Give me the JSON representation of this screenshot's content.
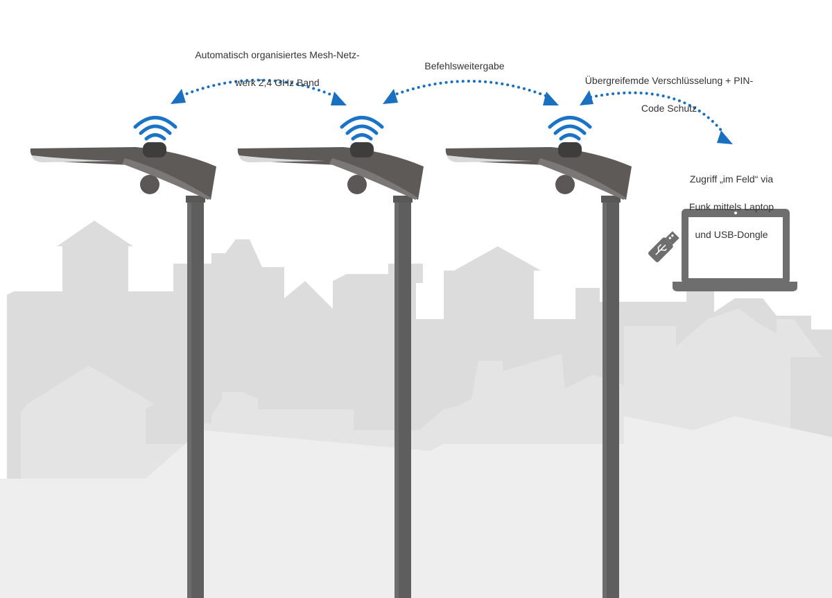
{
  "labels": {
    "mesh_line1": "Automatisch organisiertes Mesh-Netz-",
    "mesh_line2": "werk 2,4 GHz Band",
    "relay": "Befehlsweitergabe",
    "encrypt_line1": "Übergreifemde Verschlüsselung + PIN-",
    "encrypt_line2": "Code Schutz",
    "access_line1": "Zugriff „im Feld“ via",
    "access_line2": "Funk mittels Laptop",
    "access_line3": "und USB-Dongle"
  },
  "colors": {
    "wifi_blue": "#1a73c4",
    "arrow_blue": "#1a6fbf",
    "lamp_dark": "#5d5a58",
    "lamp_light": "#7a7776",
    "pole": "#5f5e5e",
    "skyline_dark": "#dcdcdc",
    "skyline_light": "#ececec",
    "laptop": "#6e6e6e"
  },
  "icons": {
    "wifi": "wifi-icon",
    "usb": "usb-dongle-icon",
    "laptop": "laptop-icon",
    "streetlight": "streetlight-icon"
  }
}
